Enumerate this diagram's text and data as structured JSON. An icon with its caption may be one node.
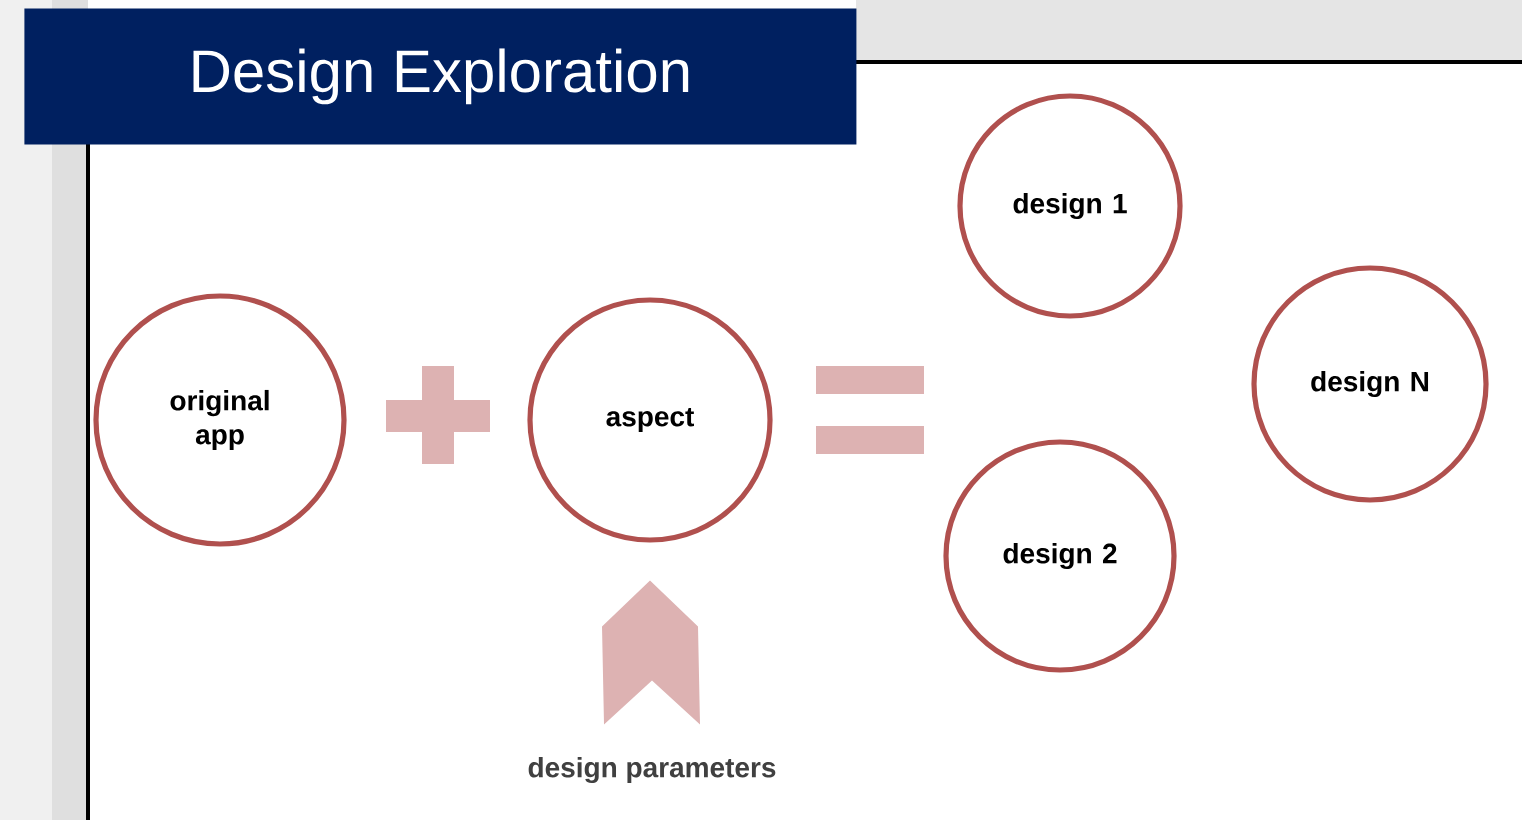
{
  "diagram": {
    "title": "Design Exploration",
    "nodes": [
      {
        "text": [
          "original app"
        ]
      },
      {
        "text": [
          "aspect"
        ]
      },
      {
        "text": [
          "design 1"
        ]
      },
      {
        "text": [
          "design 2"
        ]
      },
      {
        "text": [
          "design N"
        ]
      },
      {
        "text": [
          "design parameters"
        ]
      }
    ],
    "edges": [
      {
        "from": 5,
        "to": 1,
        "arrow": "to"
      }
    ]
  }
}
